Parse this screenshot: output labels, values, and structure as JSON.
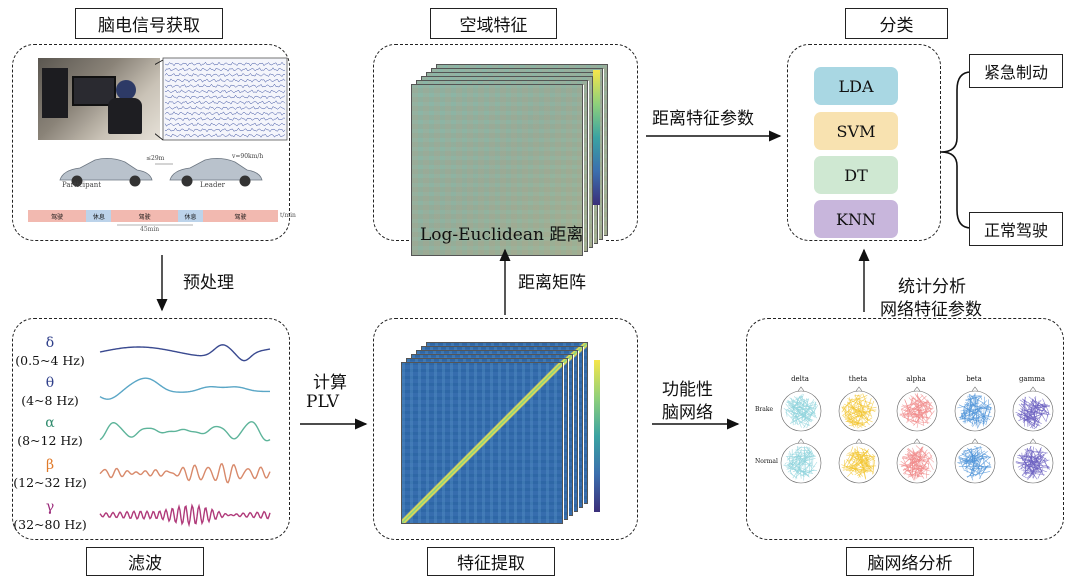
{
  "titles": {
    "eeg": "脑电信号获取",
    "spatial": "空域特征",
    "classify": "分类",
    "filter": "滤波",
    "feature": "特征提取",
    "network": "脑网络分析"
  },
  "arrows": {
    "preprocess": "预处理",
    "dist_feature": "距离特征参数",
    "dist_matrix": "距离矩阵",
    "calc_line1": "计算",
    "calc_line2": "PLV",
    "func_line1": "功能性",
    "func_line2": "脑网络",
    "stat_line1": "统计分析",
    "stat_line2": "网络特征参数"
  },
  "spatial_caption": "Log-Euclidean 距离",
  "classifiers": [
    {
      "label": "LDA",
      "color": "#a9d7e3"
    },
    {
      "label": "SVM",
      "color": "#f8e2b0"
    },
    {
      "label": "DT",
      "color": "#cfe8d2"
    },
    {
      "label": "KNN",
      "color": "#c8b6dc"
    }
  ],
  "outputs": {
    "brake": "紧急制动",
    "normal": "正常驾驶"
  },
  "bands": [
    {
      "symbol": "δ",
      "range": "(0.5~4 Hz)",
      "sym_color": "#2f3f8a",
      "wave_color": "#3a4a90"
    },
    {
      "symbol": "θ",
      "range": "(4~8 Hz)",
      "sym_color": "#2f3f8a",
      "wave_color": "#5aa6c6"
    },
    {
      "symbol": "α",
      "range": "(8~12 Hz)",
      "sym_color": "#2e8a6c",
      "wave_color": "#5db49a"
    },
    {
      "symbol": "β",
      "range": "(12~32 Hz)",
      "sym_color": "#e07a2a",
      "wave_color": "#d8896a"
    },
    {
      "symbol": "γ",
      "range": "(32~80 Hz)",
      "sym_color": "#9b2a7a",
      "wave_color": "#b03a7a"
    }
  ],
  "eeg_panel": {
    "participant": "Participant",
    "leader": "Leader",
    "gap": "≤29m",
    "speed": "v=90km/h",
    "timeline": [
      "驾驶",
      "休息",
      "驾驶",
      "休息",
      "驾驶"
    ],
    "duration": "45min",
    "time_unit": "t/min"
  },
  "network_panel": {
    "bands": [
      "delta",
      "theta",
      "alpha",
      "beta",
      "gamma"
    ],
    "rows": [
      "Brake",
      "Normal"
    ],
    "colors": [
      "#8fd3dc",
      "#f2c531",
      "#f08a8a",
      "#4f93d8",
      "#6a5fc0"
    ]
  }
}
